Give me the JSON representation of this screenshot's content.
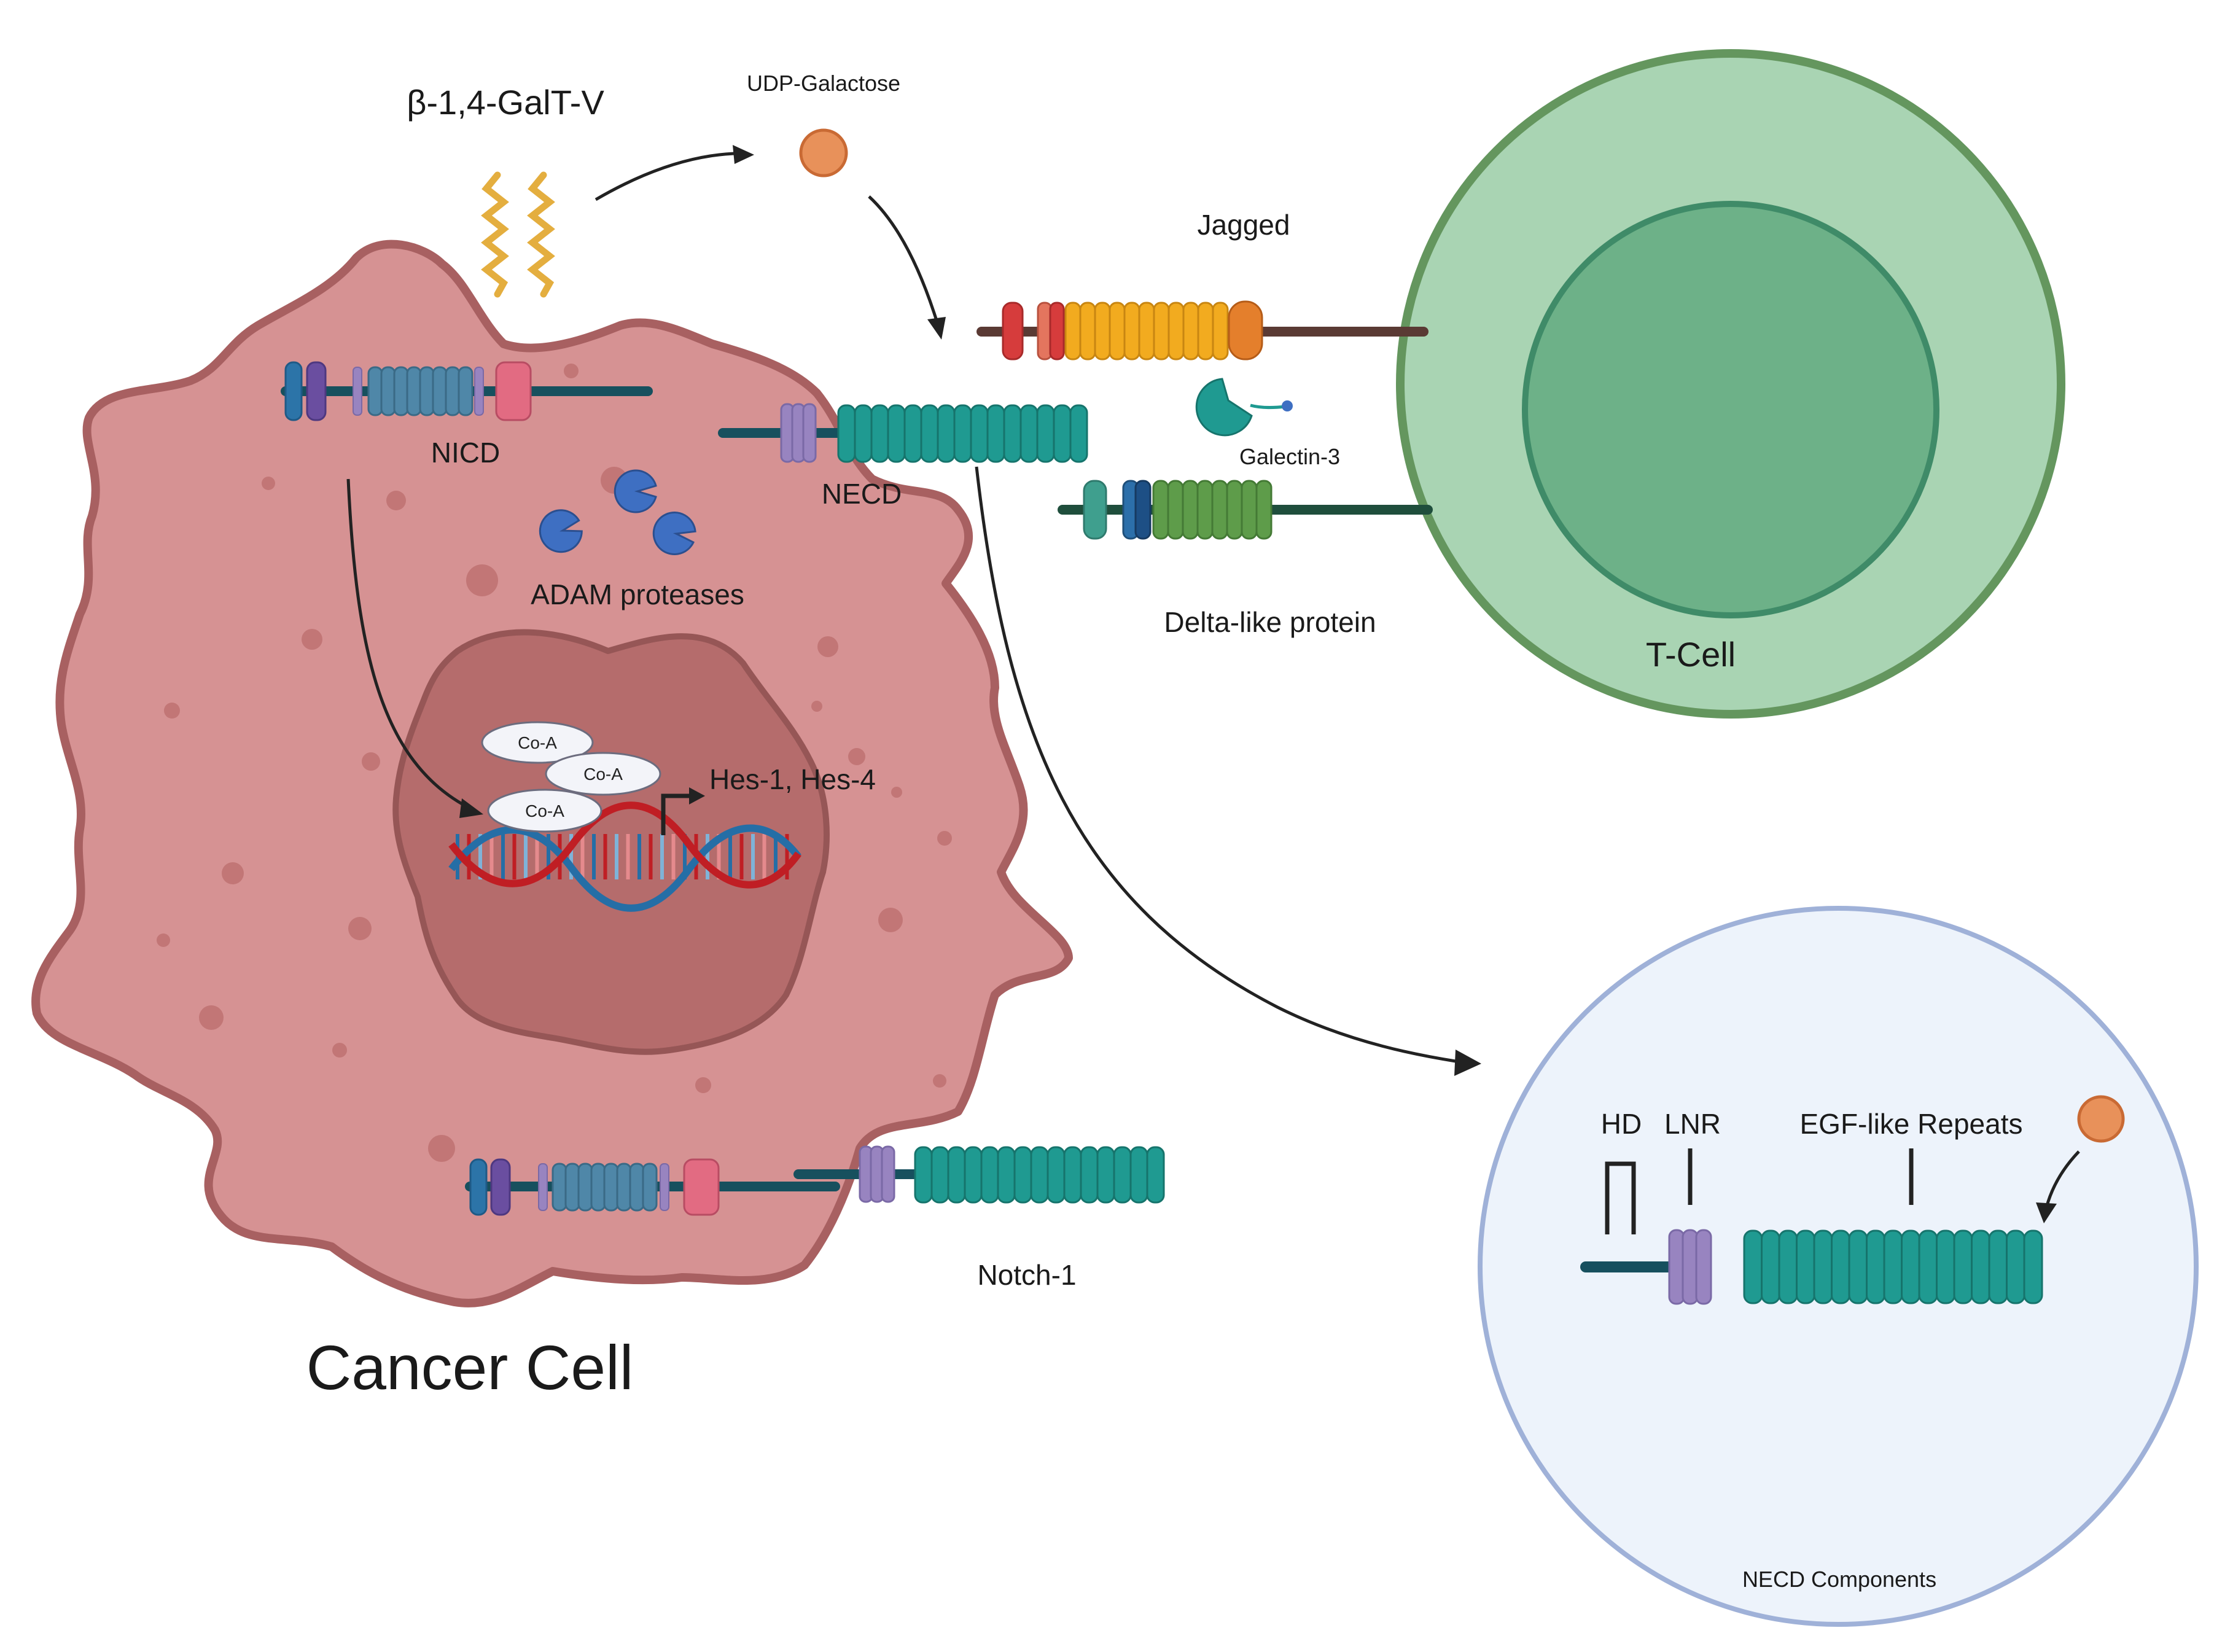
{
  "labels": {
    "galt": "β-1,4-GalT-V",
    "udp": "UDP-Galactose",
    "jagged": "Jagged",
    "galectin": "Galectin-3",
    "nicd": "NICD",
    "necd": "NECD",
    "adam": "ADAM proteases",
    "delta": "Delta-like protein",
    "tcell": "T-Cell",
    "hes": "Hes-1, Hes-4",
    "coa": "Co-A",
    "notch": "Notch-1",
    "cancer": "Cancer Cell",
    "hd": "HD",
    "lnr": "LNR",
    "egf": "EGF-like Repeats",
    "necd_components": "NECD Components"
  },
  "colors": {
    "cancer_cell_fill": "#d69293",
    "cancer_cell_stroke": "#a86061",
    "nucleus_fill": "#b56c6c",
    "tcell_outer": "#a9d4b3",
    "tcell_inner": "#6db188",
    "tcell_stroke": "#64965e",
    "inset_fill": "#edf3fb",
    "inset_stroke": "#9fb1d8",
    "teal": "#1f9a91",
    "lavender": "#9884c0",
    "steel_blue": "#4f87a8",
    "pink": "#e26b82",
    "orange_ball": "#e8915a",
    "adam_blue": "#3e6fc2",
    "dna_red": "#c01e24",
    "dna_blue": "#256ea6"
  }
}
